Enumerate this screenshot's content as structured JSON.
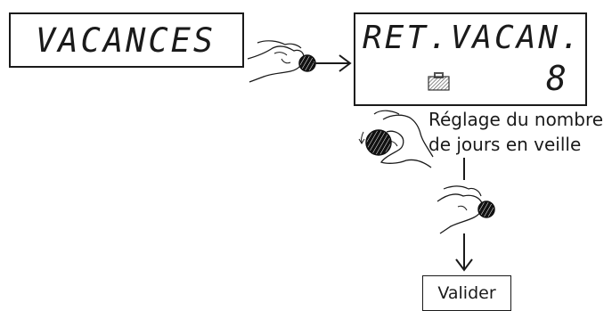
{
  "display_left": {
    "text": "VACANCES"
  },
  "display_right": {
    "line1": "RET.VACAN.",
    "value": "8",
    "icon": "suitcase-icon"
  },
  "caption": {
    "line1": "Réglage du nombre",
    "line2": "de jours en veille"
  },
  "validate_button": {
    "label": "Valider"
  },
  "icons": [
    "press-dial-hand-icon",
    "turn-dial-hand-icon",
    "arrow-right-icon",
    "arrow-down-icon"
  ]
}
